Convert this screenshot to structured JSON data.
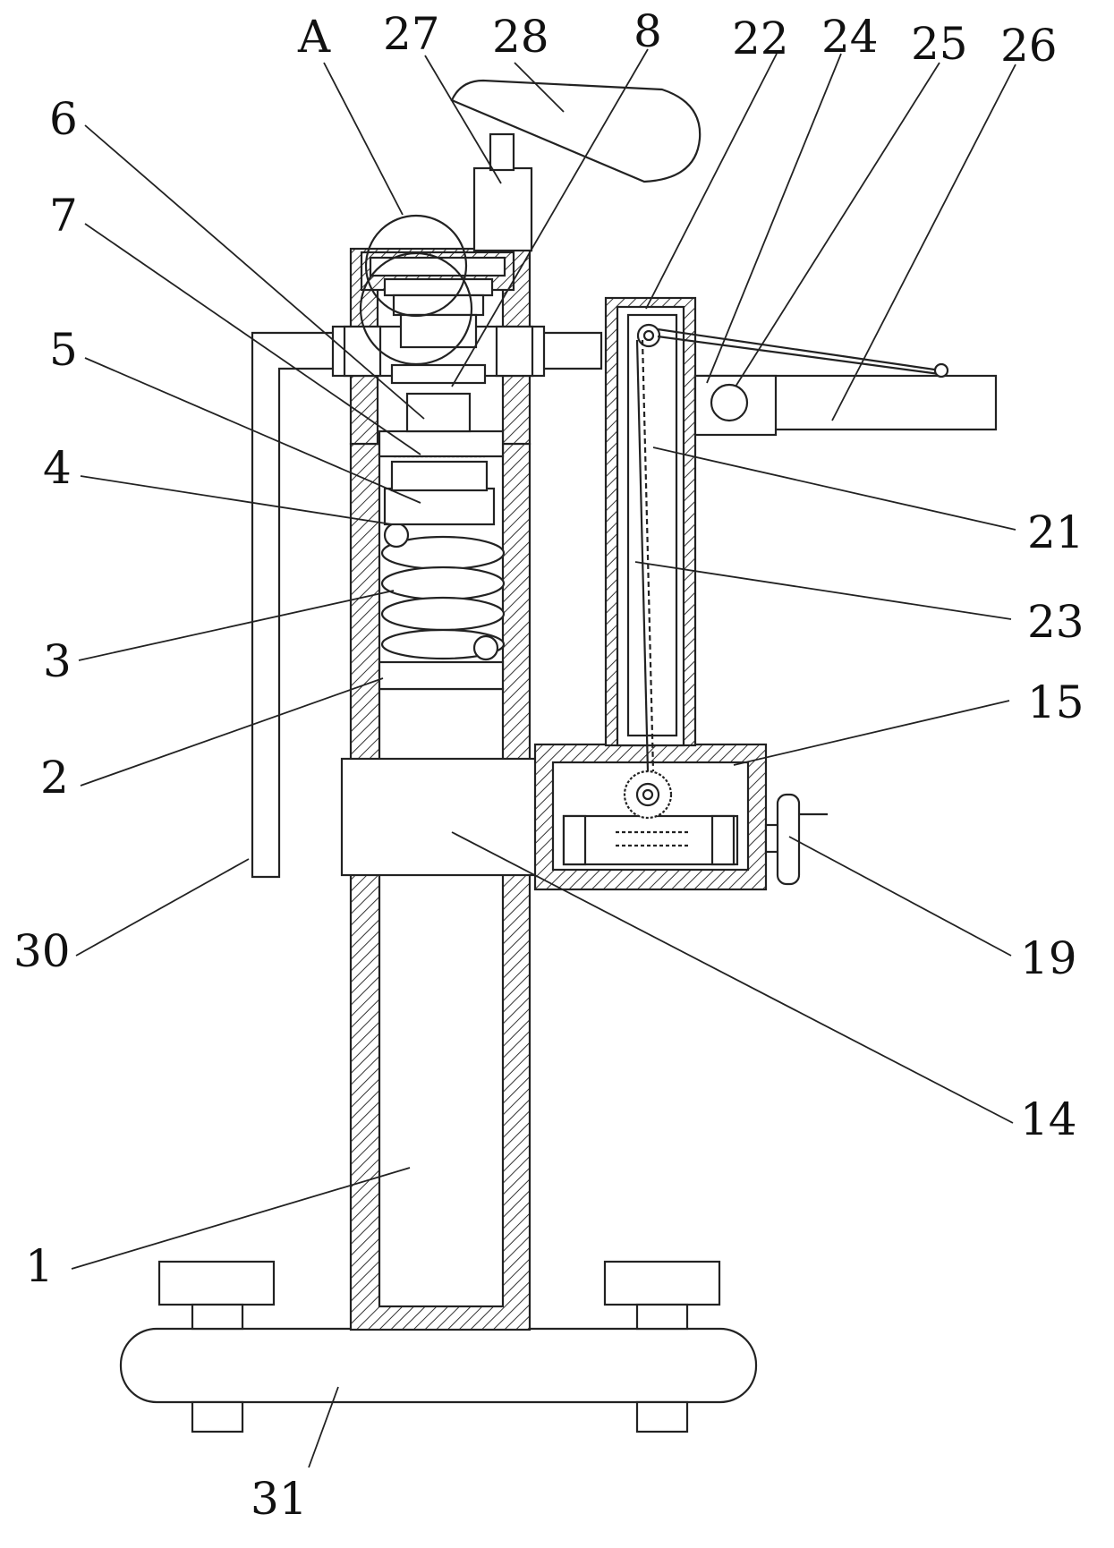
{
  "labels": {
    "A": "A",
    "p1": "1",
    "p2": "2",
    "p3": "3",
    "p4": "4",
    "p5": "5",
    "p6": "6",
    "p7": "7",
    "p8": "8",
    "p14": "14",
    "p15": "15",
    "p19": "19",
    "p21": "21",
    "p22": "22",
    "p23": "23",
    "p24": "24",
    "p25": "25",
    "p26": "26",
    "p27": "27",
    "p28": "28",
    "p30": "30",
    "p31": "31"
  }
}
